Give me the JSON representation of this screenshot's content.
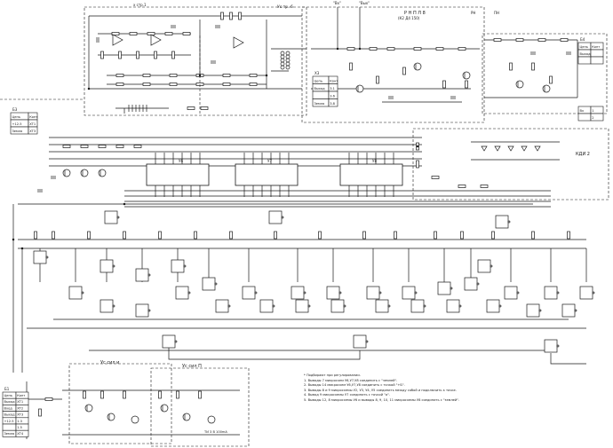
{
  "labels": {
    "top_block": "Ус тр. 6",
    "top_small": "х стр.1",
    "antenna_in": "\"Вх\"",
    "antenna_out": "\"Вых\"",
    "rn_block": "Р Н П Л 8",
    "rn_ref": "(К2 Д4 150)",
    "rn_tag": "РН",
    "pn_tag": "ПН",
    "kd_block": "КДИ 2",
    "bottom_block_1": "Ус сил и",
    "bottom_block_2": "Ус сил П",
    "bottom_lamp_caption": "ТИ 3 В 100mA",
    "u6": "У6",
    "u7": "У7",
    "u8": "У8"
  },
  "terminals_left": {
    "title": "Б3",
    "rows": [
      {
        "name": "Цепь",
        "val": "Конт"
      },
      {
        "name": "+12.5",
        "val": "ХТ1"
      },
      {
        "name": "Земля",
        "val": "ХТ3"
      }
    ]
  },
  "terminals_mid": {
    "title": "Х3",
    "rows": [
      {
        "name": "Цепь",
        "val": "Конт"
      },
      {
        "name": "Выход",
        "val": "3.1"
      },
      {
        "name": "",
        "val": "3.6"
      },
      {
        "name": "Земля",
        "val": "3.8"
      }
    ]
  },
  "terminals_right": {
    "title": "Б4",
    "rows": [
      {
        "name": "Цепь",
        "val": "Конт"
      },
      {
        "name": "Выход",
        "val": ""
      },
      {
        "name": "",
        "val": ""
      }
    ]
  },
  "terminals_right2": {
    "rows": [
      {
        "name": "Вх",
        "val": "1"
      },
      {
        "name": "",
        "val": "2"
      }
    ]
  },
  "terminals_bottom": {
    "title": "Б1",
    "rows": [
      {
        "name": "Цепь",
        "val": "Конт"
      },
      {
        "name": "Выход",
        "val": "ХТ1"
      },
      {
        "name": "Вход",
        "val": "ХТ2"
      },
      {
        "name": "Выход",
        "val": "ХТ3"
      },
      {
        "name": "+12.5",
        "val": "1.3"
      },
      {
        "name": "",
        "val": "1.5"
      },
      {
        "name": "Земля",
        "val": "ХТ4"
      }
    ]
  },
  "notes": [
    "* Подбирают при регулировании.",
    "1. Выводы 7 микросхем У6,У7,У8 соединить с \"землей\".",
    "2. Выводы 14 микросхем У6,У7,У8 соединить с точкой \"+Б\".",
    "3. Выводы 8 и 9 микросхемы У2, У3, У4, У5 соединить между собой и подключить к точке.",
    "4. Вывод 9 микросхемы У7 соединить с точкой \"а\".",
    "5. Выводы 12, 8 микросхемы У6 и выводы 8, 9, 10, 11 микросхемы У8 соединить с \"землей\"."
  ],
  "palette": {
    "line": "#1a1a1a",
    "background": "#ffffff"
  }
}
